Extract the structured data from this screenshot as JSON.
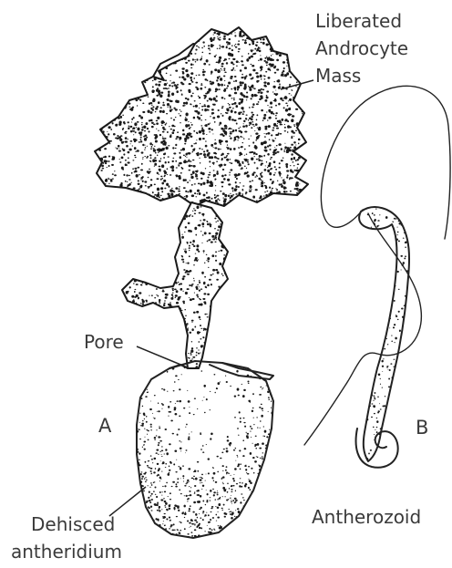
{
  "labels": {
    "liberated_line1": "Liberated",
    "liberated_line2": "Androcyte",
    "liberated_line3": "Mass",
    "pore": "Pore",
    "panel_a": "A",
    "panel_b": "B",
    "dehisced_line1": "Dehisced",
    "dehisced_line2": "antheridium",
    "antherozoid": "Antherozoid"
  },
  "colors": {
    "ink": "#1a1a1a",
    "label": "#3a3a3a",
    "background": "#ffffff"
  }
}
